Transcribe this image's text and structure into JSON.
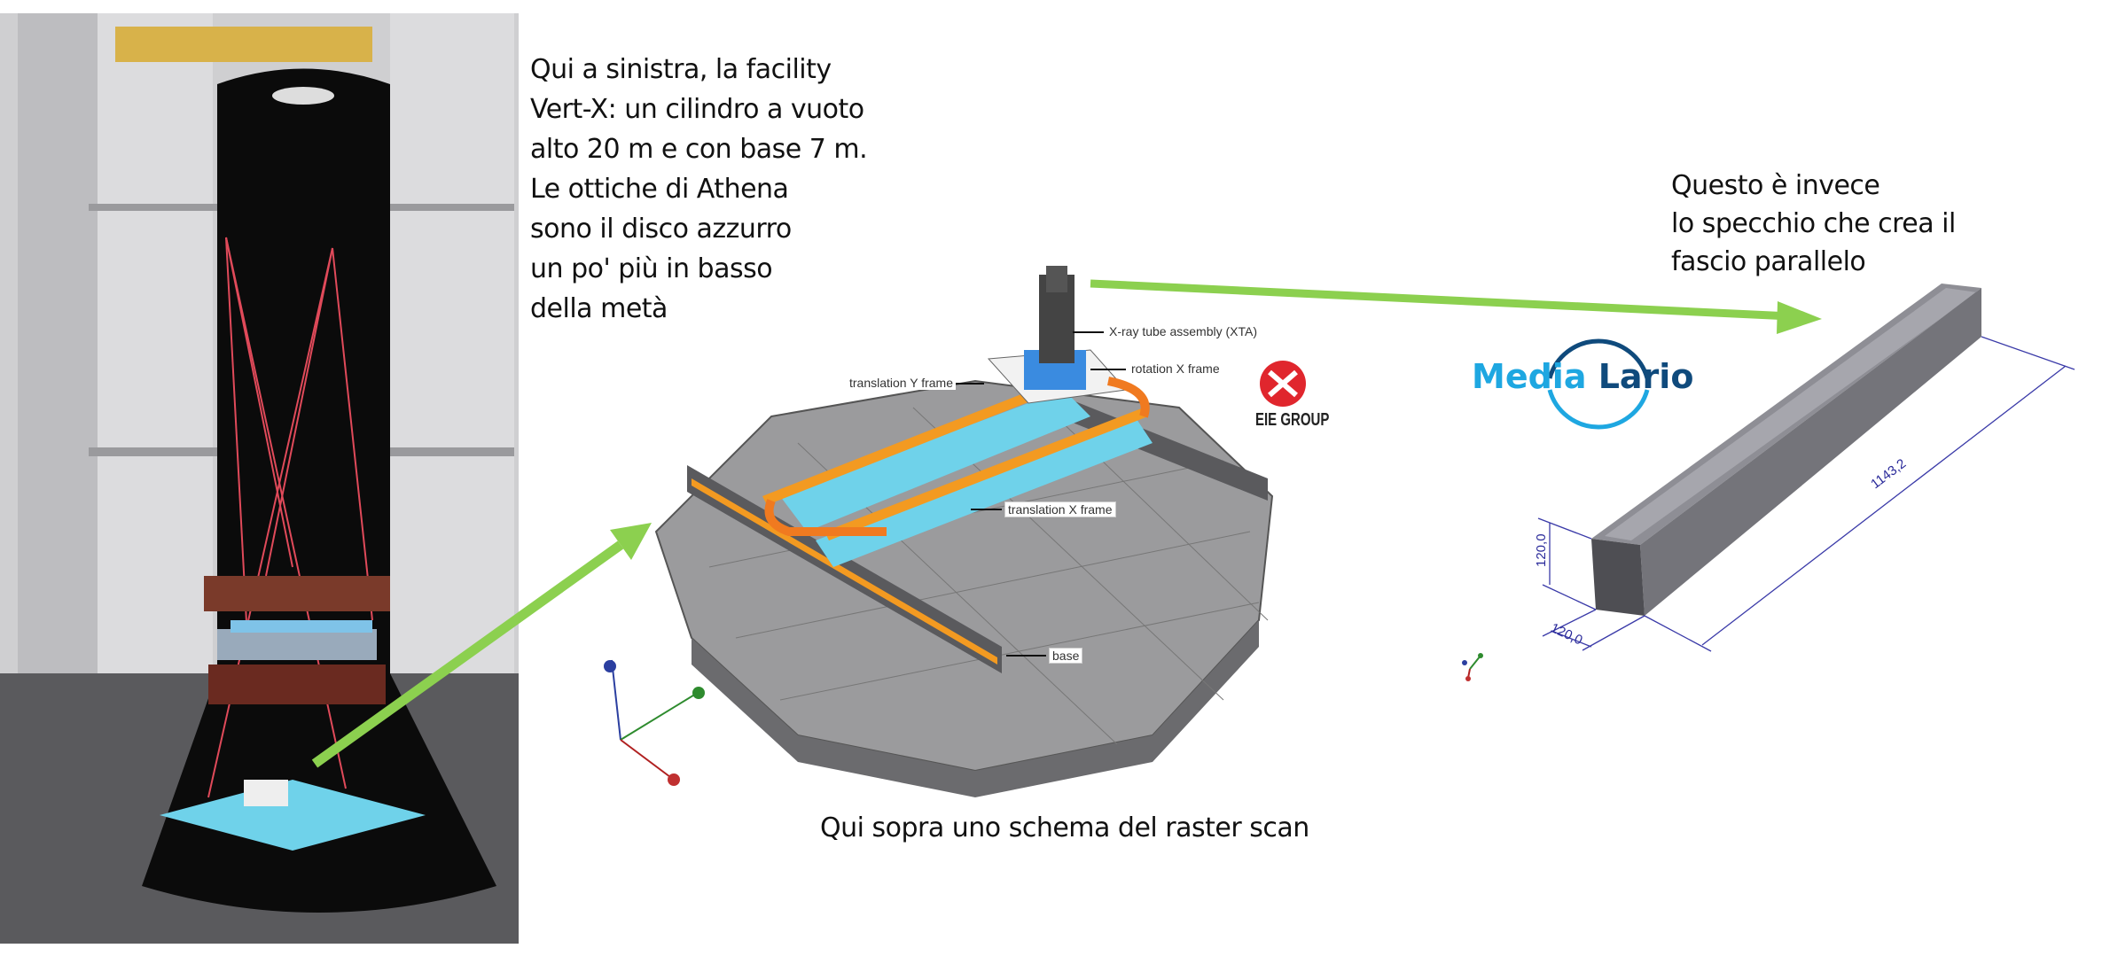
{
  "left_caption": {
    "lines": [
      "Qui a sinistra, la facility",
      "Vert-X: un cilindro a vuoto",
      "alto 20 m e con base 7 m.",
      "Le ottiche di Athena",
      "sono il disco azzurro",
      "un po' più in basso",
      "della metà"
    ]
  },
  "right_caption": {
    "lines": [
      "Questo è invece",
      "lo specchio che crea il",
      "fascio parallelo"
    ]
  },
  "bottom_caption": "Qui sopra uno schema del raster scan",
  "raster_diagram": {
    "labels": {
      "xta": "X-ray tube assembly (XTA)",
      "rotation_x": "rotation X frame",
      "translation_y": "translation Y frame",
      "translation_x": "translation X frame",
      "base": "base"
    }
  },
  "logos": {
    "eie": "EIE GROUP",
    "media_lario_a": "Media",
    "media_lario_b": "Lario"
  },
  "mirror_dimensions": {
    "length": "1143,2",
    "height": "120,0",
    "width": "120,0"
  },
  "colors": {
    "arrow_green": "#8cd04f",
    "media_light_blue": "#1ea7e1",
    "media_dark_blue": "#0f4a7c",
    "eie_red": "#e0262d"
  }
}
